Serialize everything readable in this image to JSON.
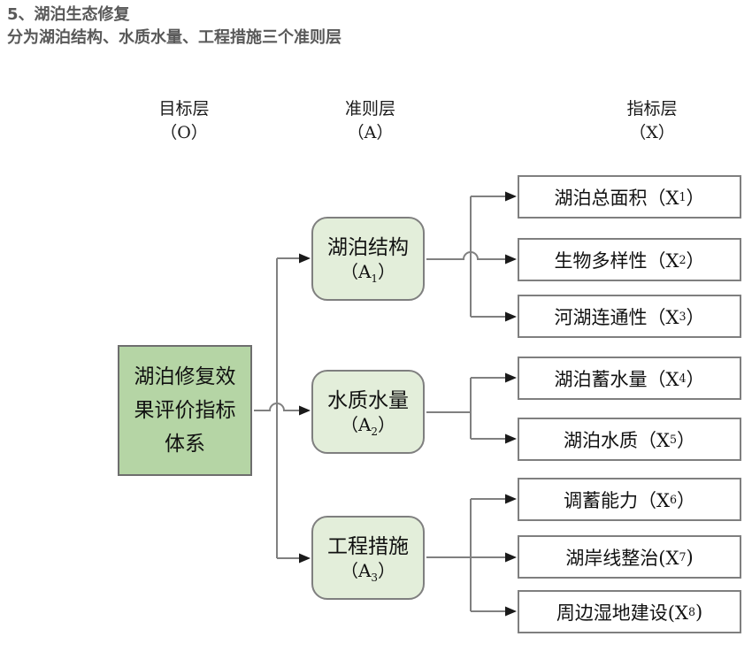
{
  "page": {
    "title": "5、湖泊生态修复",
    "subtitle": "分为湖泊结构、水质水量、工程措施三个准则层"
  },
  "layers": [
    {
      "name": "目标层",
      "code": "（O）"
    },
    {
      "name": "准则层",
      "code": "（A）"
    },
    {
      "name": "指标层",
      "code": "（X）"
    }
  ],
  "goal": {
    "line1": "湖泊修复效",
    "line2": "果评价指标",
    "line3": "体系"
  },
  "criteria": [
    {
      "label": "湖泊结构",
      "code_prefix": "（A",
      "code_sub": "1",
      "code_suffix": "）"
    },
    {
      "label": "水质水量",
      "code_prefix": "（A",
      "code_sub": "2",
      "code_suffix": "）"
    },
    {
      "label": "工程措施",
      "code_prefix": "（A",
      "code_sub": "3",
      "code_suffix": "）"
    }
  ],
  "indicators": [
    {
      "prefix": "湖泊总面积（X",
      "sub": "1",
      "suffix": "）"
    },
    {
      "prefix": "生物多样性（X",
      "sub": "2",
      "suffix": "）"
    },
    {
      "prefix": "河湖连通性（X",
      "sub": "3",
      "suffix": "）"
    },
    {
      "prefix": "湖泊蓄水量（X",
      "sub": "4",
      "suffix": "）"
    },
    {
      "prefix": "湖泊水质（X",
      "sub": "5",
      "suffix": "）"
    },
    {
      "prefix": "调蓄能力（X",
      "sub": "6",
      "suffix": "）"
    },
    {
      "prefix": "湖岸线整治(X",
      "sub": "7",
      "suffix": ")"
    },
    {
      "prefix": "周边湿地建设(X",
      "sub": "8",
      "suffix": ")"
    }
  ],
  "colors": {
    "goal_box_green": "#b5d5a5",
    "criteria_box_green": "#e3eeda",
    "layer_tag_blue": "#dbe5f1",
    "box_border_gray": "#7f7f7f",
    "connector_gray": "#808080",
    "arrowhead_black": "#1a1a1a",
    "header_text_gray": "#595959"
  }
}
